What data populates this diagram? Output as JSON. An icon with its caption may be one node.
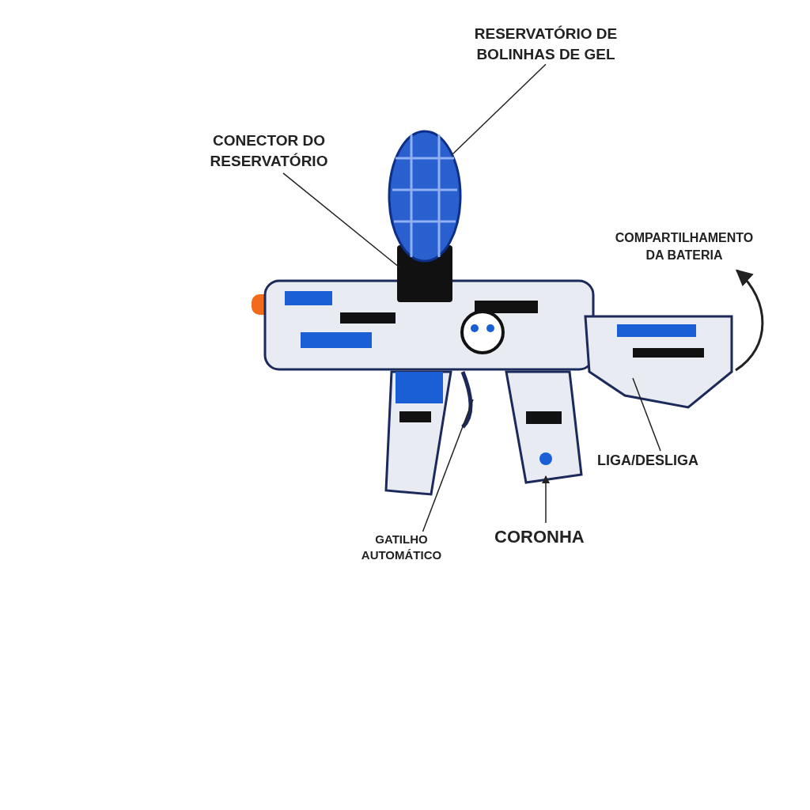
{
  "diagram": {
    "nodes": [
      {
        "text": [
          "RESERVATÓRIO DE BOLINHAS DE GEL"
        ]
      },
      {
        "text": [
          "CONECTOR DO RESERVATÓRIO"
        ]
      },
      {
        "text": [
          "COMPARTILHAMENTO DA BATERIA"
        ]
      },
      {
        "text": [
          "LIGA/DESLIGA"
        ]
      },
      {
        "text": [
          "GATILHO AUTOMÁTICO"
        ]
      },
      {
        "text": [
          "CORONHA"
        ]
      }
    ],
    "edges": [
      {
        "from": 0,
        "to": null,
        "arrow": "none"
      },
      {
        "from": 1,
        "to": null,
        "arrow": "none"
      },
      {
        "from": null,
        "to": 2,
        "arrow": "to"
      },
      {
        "from": 3,
        "to": null,
        "arrow": "none"
      },
      {
        "from": 4,
        "to": null,
        "arrow": "none"
      },
      {
        "from": 5,
        "to": null,
        "arrow": "to"
      }
    ]
  }
}
